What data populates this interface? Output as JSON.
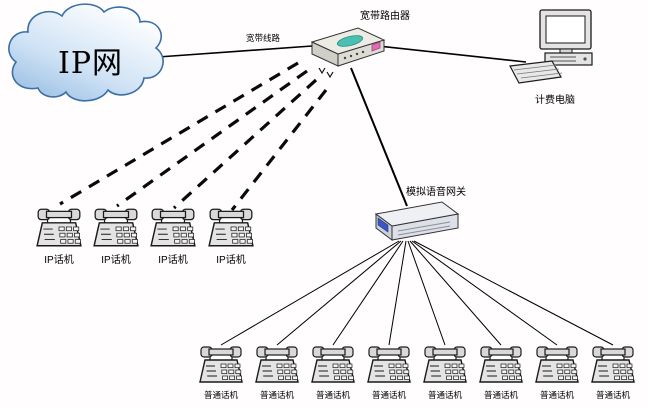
{
  "nodes": {
    "cloud": {
      "label": "IP网"
    },
    "router": {
      "label": "宽带路由器"
    },
    "broadband_line": {
      "label": "宽带线路"
    },
    "billing_pc": {
      "label": "计费电脑"
    },
    "gateway": {
      "label": "模拟语音网关"
    }
  },
  "ip_phones": [
    {
      "label": "IP话机"
    },
    {
      "label": "IP话机"
    },
    {
      "label": "IP话机"
    },
    {
      "label": "IP话机"
    }
  ],
  "analog_phones": [
    {
      "label": "普通话机"
    },
    {
      "label": "普通话机"
    },
    {
      "label": "普通话机"
    },
    {
      "label": "普通话机"
    },
    {
      "label": "普通话机"
    },
    {
      "label": "普通话机"
    },
    {
      "label": "普通话机"
    },
    {
      "label": "普通话机"
    }
  ],
  "colors": {
    "background": "#fffdfd",
    "cloud_fill_light": "#ffffff",
    "cloud_fill_dark": "#8fb8e0",
    "cloud_stroke": "#3a6ea5",
    "link_line": "#000000",
    "device_fill": "#e8e8e0",
    "router_accent_teal": "#49c0b2",
    "router_accent_pink": "#e26bb2",
    "gateway_panel_blue": "#3a57c0"
  }
}
